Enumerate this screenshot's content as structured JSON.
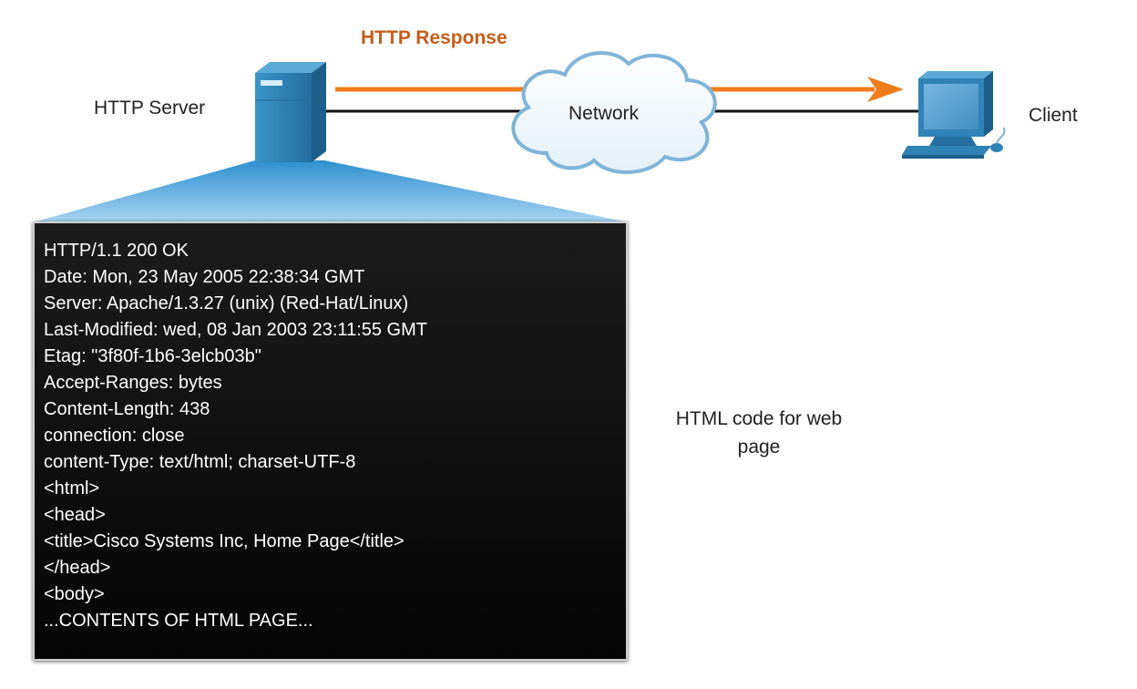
{
  "title": "HTTP Response",
  "nodes": {
    "server": "HTTP Server",
    "network": "Network",
    "client": "Client"
  },
  "note": "HTML code for web page",
  "response_lines": [
    "HTTP/1.1 200 OK",
    "Date: Mon, 23 May 2005 22:38:34 GMT",
    "Server: Apache/1.3.27 (unix) (Red-Hat/Linux)",
    "Last-Modified: wed, 08 Jan 2003 23:11:55 GMT",
    "Etag: \"3f80f-1b6-3elcb03b\"",
    "Accept-Ranges: bytes",
    "Content-Length: 438",
    "connection: close",
    "content-Type: text/html; charset-UTF-8",
    "<html>",
    "<head>",
    "<title>Cisco Systems Inc, Home Page</title>",
    "</head>",
    "<body>",
    "...CONTENTS OF HTML PAGE..."
  ],
  "colors": {
    "arrow": "#f07d1c",
    "title": "#c65d1a",
    "device_blue": "#2f83b5",
    "cloud_outline": "#7fb4d8"
  }
}
